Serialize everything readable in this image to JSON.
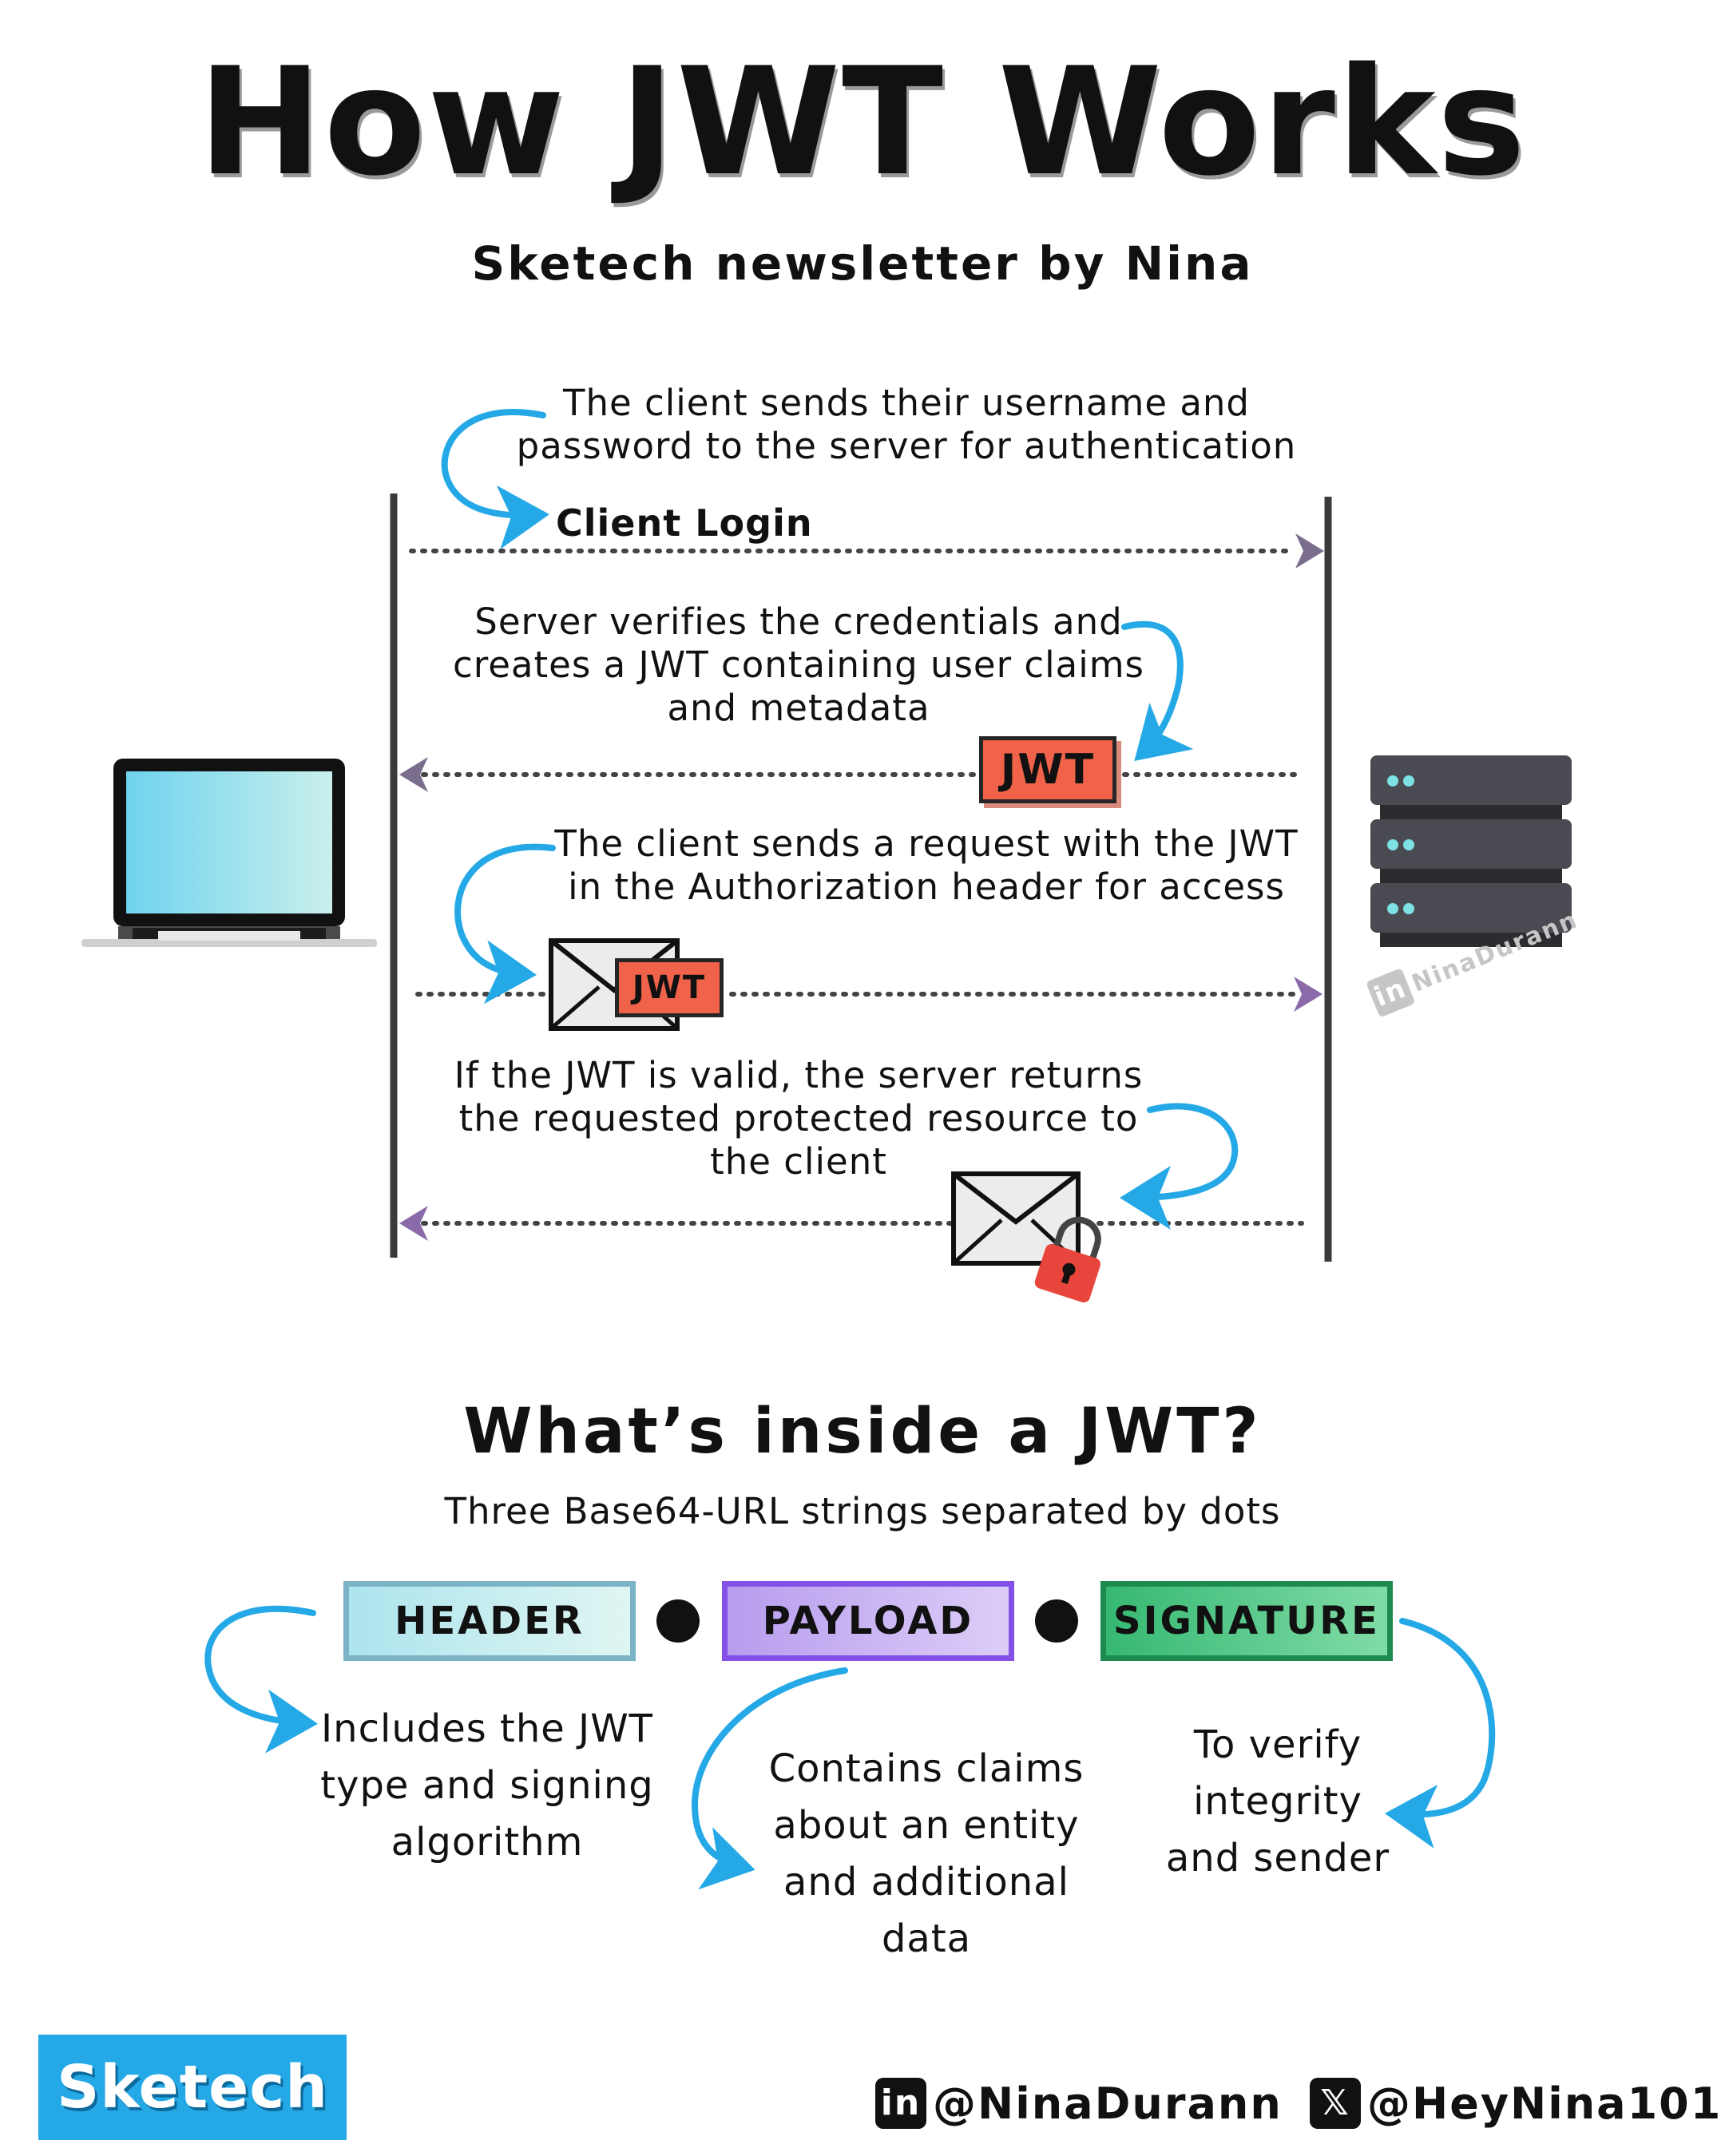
{
  "title": "How JWT Works",
  "subtitle": "Sketech newsletter by Nina",
  "flow": {
    "step1_note": "The client sends their username and\npassword to the server for authentication",
    "step1_label": "Client Login",
    "step2_note": "Server verifies the credentials and\ncreates a JWT containing user claims\nand metadata",
    "step2_badge": "JWT",
    "step3_note": "The client sends a request with the JWT\nin the Authorization header for access",
    "step3_badge": "JWT",
    "step4_note": "If the JWT is valid, the server returns\nthe requested protected resource to\nthe client"
  },
  "watermark": {
    "icon": "in",
    "text": "NinaDurann"
  },
  "section": {
    "title": "What’s inside a JWT?",
    "subtitle": "Three Base64-URL strings separated by dots"
  },
  "parts": [
    {
      "label": "HEADER",
      "desc": "Includes the JWT\ntype and signing\nalgorithm"
    },
    {
      "label": "PAYLOAD",
      "desc": "Contains claims\nabout an entity\nand additional\ndata"
    },
    {
      "label": "SIGNATURE",
      "desc": "To verify\nintegrity\nand sender"
    }
  ],
  "footer": {
    "brand": "Sketech",
    "linkedin_icon": "in",
    "linkedin": "@NinaDurann",
    "x_icon": "𝕏",
    "x": "@HeyNina101"
  },
  "icons": [
    "laptop-icon",
    "server-icon",
    "envelope-icon",
    "lock-icon",
    "curved-arrow-icon",
    "linkedin-icon",
    "x-icon"
  ],
  "colors": {
    "arrow_blue": "#25a8e6",
    "jwt_red": "#f0624a",
    "header_border": "#7ab2c6",
    "payload_border": "#8350e8",
    "signature_border": "#1e8a4e",
    "brand_blue": "#25a8e6"
  }
}
